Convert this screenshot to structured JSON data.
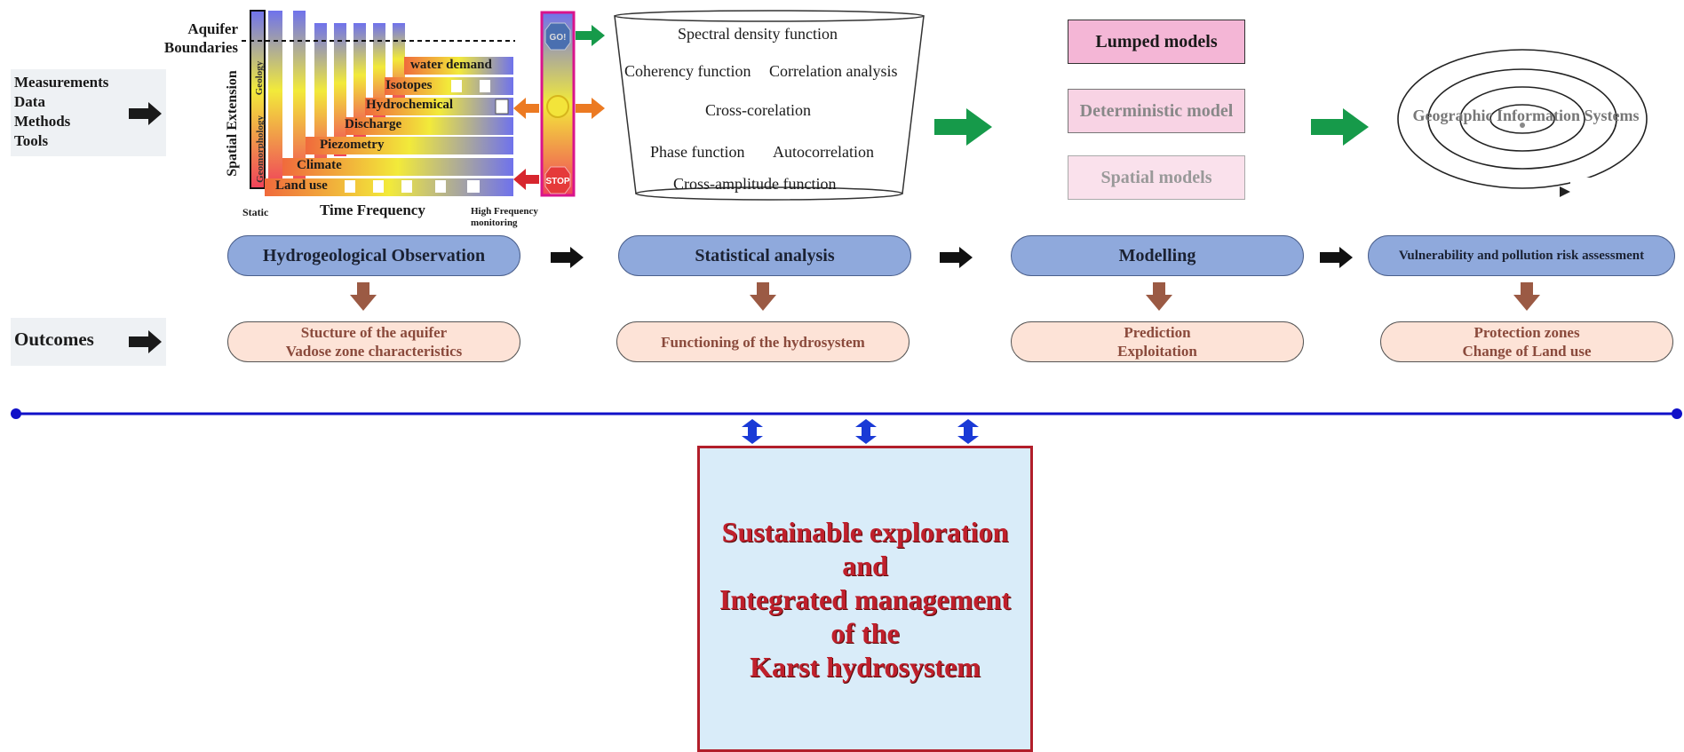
{
  "inputs": {
    "lines": [
      "Measurements",
      "Data",
      "Methods",
      "Tools"
    ]
  },
  "outcomes_label": "Outcomes",
  "observation_chart": {
    "aquifer_boundaries": [
      "Aquifer",
      "Boundaries"
    ],
    "y_axis": "Spatial Extension",
    "x_axis": "Time Frequency",
    "x_left": "Static",
    "x_right": [
      "High Frequency",
      "monitoring"
    ],
    "vertical_labels": [
      "Geology",
      "Geomorphology"
    ],
    "bars": [
      "water demand",
      "Isotopes",
      "Hydrochemical",
      "Discharge",
      "Piezometry",
      "Climate",
      "Land use"
    ]
  },
  "signals": {
    "go": "GO!",
    "stop": "STOP"
  },
  "statistical_methods": [
    "Spectral density function",
    "Coherency function",
    "Correlation analysis",
    "Cross-corelation",
    "Phase function",
    "Autocorrelation",
    "Cross-amplitude function"
  ],
  "models": [
    "Lumped models",
    "Deterministic model",
    "Spatial models"
  ],
  "gis": "Geographic Information Systems",
  "stages": [
    "Hydrogeological Observation",
    "Statistical analysis",
    "Modelling",
    "Vulnerability and pollution risk assessment"
  ],
  "outcomes": [
    [
      "Stucture of the aquifer",
      "Vadose zone characteristics"
    ],
    [
      "Functioning of the hydrosystem"
    ],
    [
      "Prediction",
      "Exploitation"
    ],
    [
      "Protection zones",
      "Change of Land use"
    ]
  ],
  "core": [
    "Sustainable exploration",
    "and",
    "Integrated management",
    "of the",
    "Karst hydrosystem"
  ],
  "colors": {
    "stage_fill": "#8fa9dc",
    "outcome_fill": "#fde3d7",
    "timeline": "#1010c8",
    "core_fill": "#d9ecf9",
    "core_text": "#c0202c",
    "green_arrow": "#169a4a",
    "brown_arrow": "#9b5a44"
  }
}
